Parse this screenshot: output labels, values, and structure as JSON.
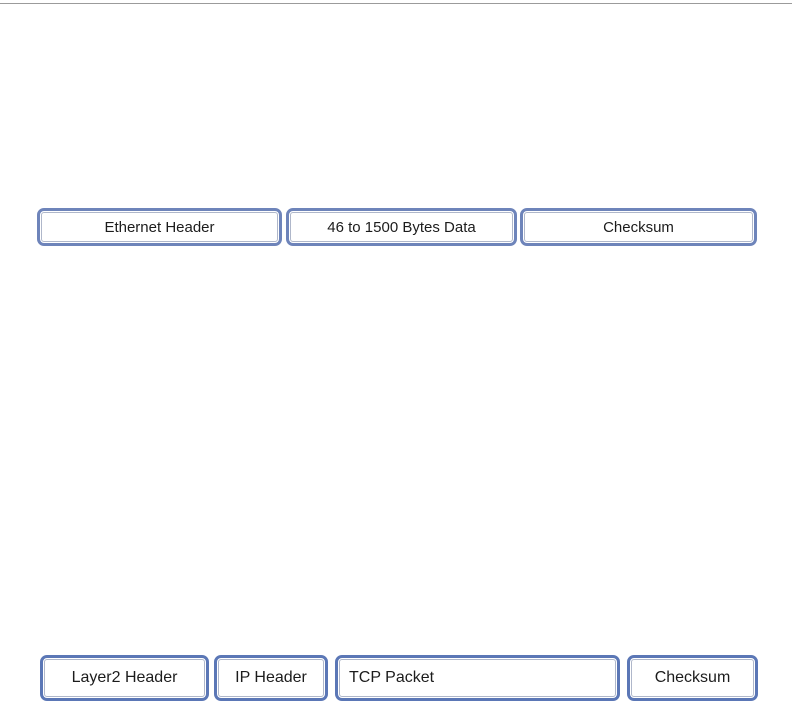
{
  "page": {
    "top_border_color": "#9b9b9b",
    "background": "#ffffff"
  },
  "colors": {
    "frame_row_border": "#6e84ba",
    "stack_row_border": "#5b77b6",
    "inner_line": "#6e7c9e",
    "text": "#1c1c1c"
  },
  "diagram": {
    "rows": [
      {
        "name": "ethernet-frame",
        "boxes": [
          {
            "label": "Ethernet Header"
          },
          {
            "label": "46 to 1500 Bytes Data"
          },
          {
            "label": "Checksum"
          }
        ]
      },
      {
        "name": "encapsulated-packet",
        "boxes": [
          {
            "label": "Layer2 Header"
          },
          {
            "label": "IP Header"
          },
          {
            "label": "TCP Packet"
          },
          {
            "label": "Checksum"
          }
        ]
      }
    ]
  }
}
